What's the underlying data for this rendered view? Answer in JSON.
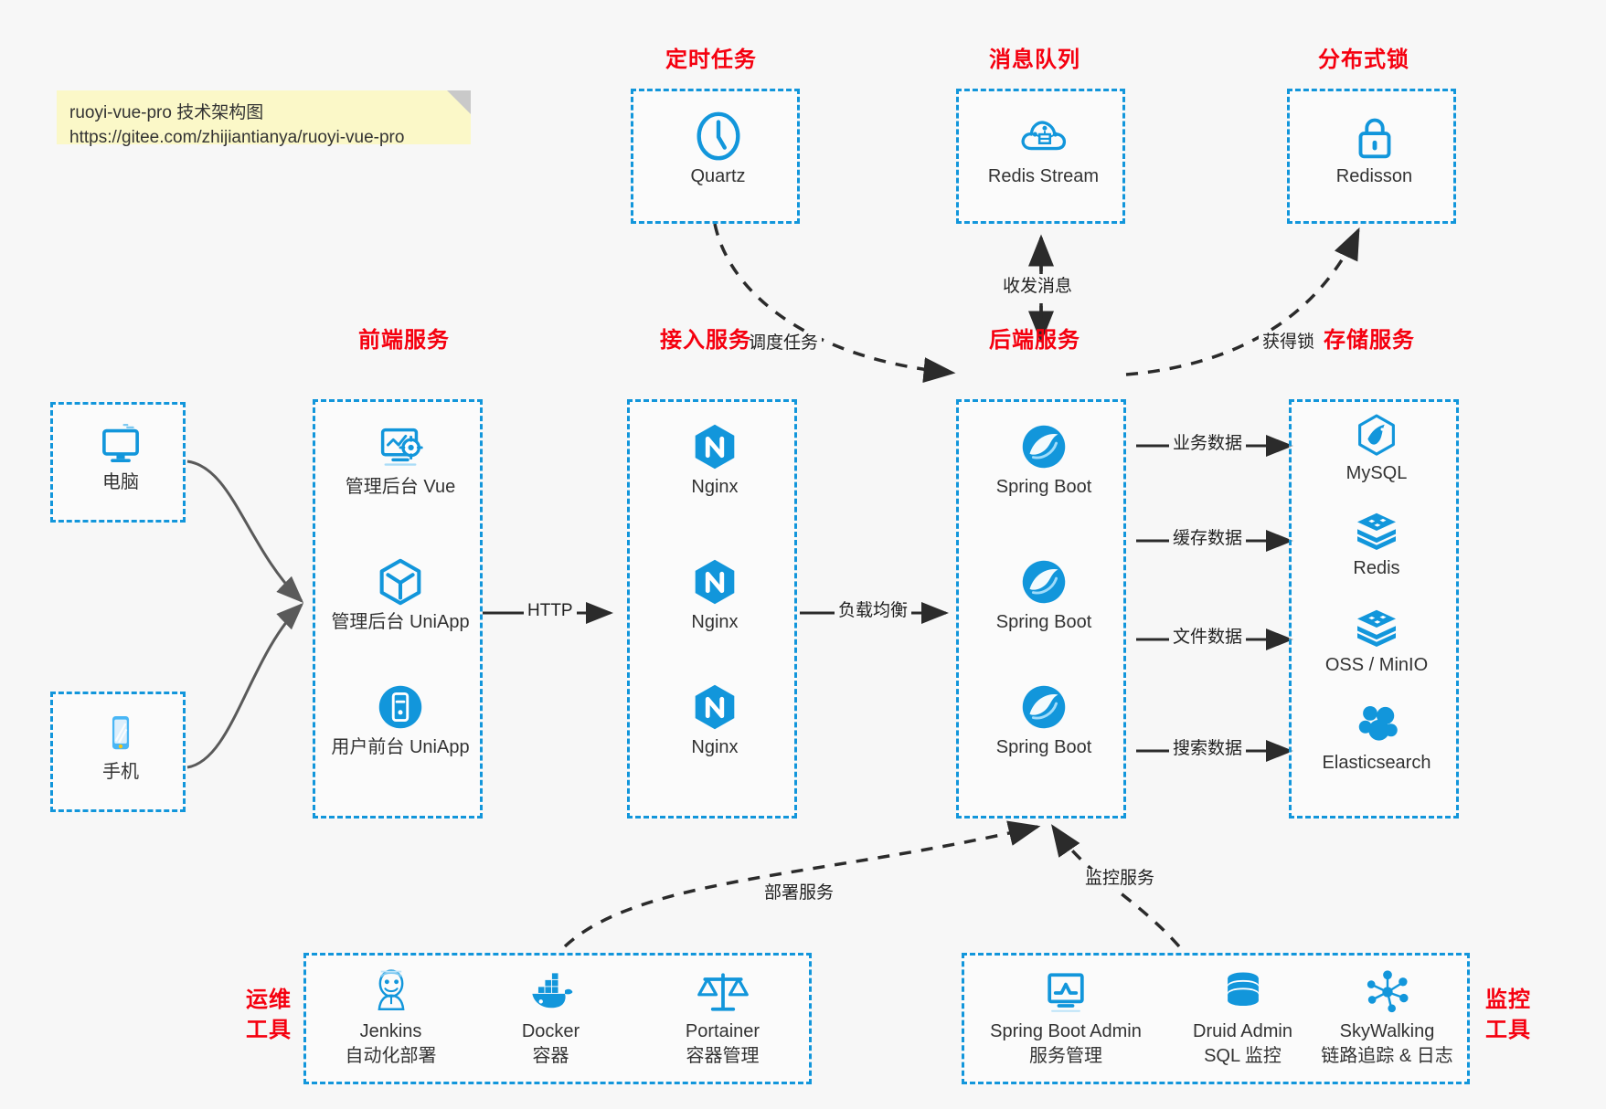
{
  "note": {
    "line1": "ruoyi-vue-pro 技术架构图",
    "line2": "https://gitee.com/zhijiantianya/ruoyi-vue-pro"
  },
  "colors": {
    "accent": "#1296db",
    "title_red": "#f5000f",
    "background": "#f7f7f7",
    "edge": "#222222",
    "note_bg": "#fbf8c8"
  },
  "groups": {
    "scheduler": {
      "title": "定时任务",
      "nodes": [
        {
          "name": "Quartz",
          "icon": "clock-icon"
        }
      ]
    },
    "mq": {
      "title": "消息队列",
      "nodes": [
        {
          "name": "Redis Stream",
          "icon": "cloud-stream-icon"
        }
      ]
    },
    "lock": {
      "title": "分布式锁",
      "nodes": [
        {
          "name": "Redisson",
          "icon": "lock-icon"
        }
      ]
    },
    "clients": {
      "nodes": [
        {
          "name": "电脑",
          "icon": "desktop-icon"
        },
        {
          "name": "手机",
          "icon": "mobile-icon"
        }
      ]
    },
    "frontend": {
      "title": "前端服务",
      "nodes": [
        {
          "name": "管理后台 Vue",
          "icon": "dashboard-gear-icon"
        },
        {
          "name": "管理后台 UniApp",
          "icon": "cube-icon"
        },
        {
          "name": "用户前台 UniApp",
          "icon": "app-circle-icon"
        }
      ]
    },
    "gateway": {
      "title": "接入服务",
      "nodes": [
        {
          "name": "Nginx",
          "icon": "nginx-icon"
        },
        {
          "name": "Nginx",
          "icon": "nginx-icon"
        },
        {
          "name": "Nginx",
          "icon": "nginx-icon"
        }
      ]
    },
    "backend": {
      "title": "后端服务",
      "nodes": [
        {
          "name": "Spring Boot",
          "icon": "spring-icon"
        },
        {
          "name": "Spring Boot",
          "icon": "spring-icon"
        },
        {
          "name": "Spring Boot",
          "icon": "spring-icon"
        }
      ]
    },
    "storage": {
      "title": "存储服务",
      "nodes": [
        {
          "name": "MySQL",
          "icon": "mysql-icon"
        },
        {
          "name": "Redis",
          "icon": "redis-icon"
        },
        {
          "name": "OSS / MinIO",
          "icon": "oss-icon"
        },
        {
          "name": "Elasticsearch",
          "icon": "elasticsearch-icon"
        }
      ]
    },
    "devops": {
      "title_line1": "运维",
      "title_line2": "工具",
      "nodes": [
        {
          "name": "Jenkins",
          "desc": "自动化部署",
          "icon": "jenkins-icon"
        },
        {
          "name": "Docker",
          "desc": "容器",
          "icon": "docker-icon"
        },
        {
          "name": "Portainer",
          "desc": "容器管理",
          "icon": "scales-icon"
        }
      ]
    },
    "monitor": {
      "title_line1": "监控",
      "title_line2": "工具",
      "nodes": [
        {
          "name": "Spring Boot Admin",
          "desc": "服务管理",
          "icon": "monitor-chart-icon"
        },
        {
          "name": "Druid Admin",
          "desc": "SQL 监控",
          "icon": "database-icon"
        },
        {
          "name": "SkyWalking",
          "desc": "链路追踪 & 日志",
          "icon": "network-nodes-icon"
        }
      ]
    }
  },
  "edges": {
    "http": "HTTP",
    "load_balance": "负载均衡",
    "schedule_task": "调度任务",
    "send_receive_message": "收发消息",
    "acquire_lock": "获得锁",
    "business_data": "业务数据",
    "cache_data": "缓存数据",
    "file_data": "文件数据",
    "search_data": "搜索数据",
    "deploy_service": "部署服务",
    "monitor_service": "监控服务"
  }
}
